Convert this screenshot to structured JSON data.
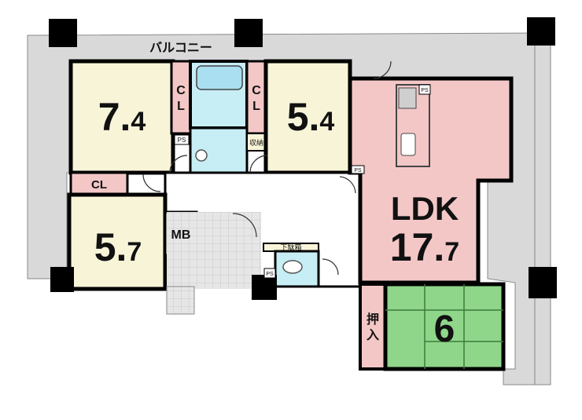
{
  "balcony": {
    "label": "バルコニー"
  },
  "rooms": {
    "western1": {
      "size_main": "7.",
      "size_dec": "4"
    },
    "western2": {
      "size_main": "5.",
      "size_dec": "4"
    },
    "western3": {
      "size_main": "5.",
      "size_dec": "7"
    },
    "ldk": {
      "label": "LDK",
      "size_main": "17.",
      "size_dec": "7"
    },
    "japanese": {
      "size": "6"
    }
  },
  "storage": {
    "cl_left": "C\nL",
    "cl_right": "C\nL",
    "cl_small": "CL",
    "mb": "MB",
    "shuno": "収納",
    "getabako": "下駄箱",
    "oshiire": "押\n入",
    "ps": "PS"
  },
  "colors": {
    "balcony": "#d9d9d9",
    "western": "#f7f4d8",
    "ldk": "#f4c7c7",
    "japanese": "#8fd68b",
    "wet": "#c7edf5",
    "closet": "#f4c7c7",
    "hall": "#ffffff",
    "wall": "#000000",
    "pillar": "#000000"
  }
}
